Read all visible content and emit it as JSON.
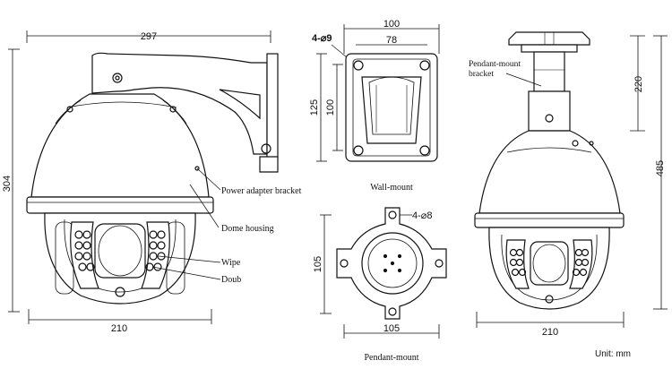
{
  "dimensions": {
    "main_width": "297",
    "main_height": "304",
    "main_base": "210",
    "wall_outer": "100",
    "wall_inner": "78",
    "wall_holes": "4-⌀9",
    "wall_height_outer": "125",
    "wall_height_inner": "100",
    "pend_holes": "4-⌀8",
    "pend_height": "105",
    "pend_width": "105",
    "pend_cam_height_top": "220",
    "pend_cam_height_total": "485",
    "pend_cam_base": "210"
  },
  "labels": {
    "power_bracket": "Power adapter bracket",
    "dome_housing": "Dome housing",
    "wiper": "Wipe",
    "doub": "Doub",
    "pendant_bracket_line1": "Pendant-mount",
    "pendant_bracket_line2": "bracket",
    "wall_mount": "Wall-mount",
    "pendant_mount": "Pendant-mount",
    "unit": "Unit:  mm"
  }
}
